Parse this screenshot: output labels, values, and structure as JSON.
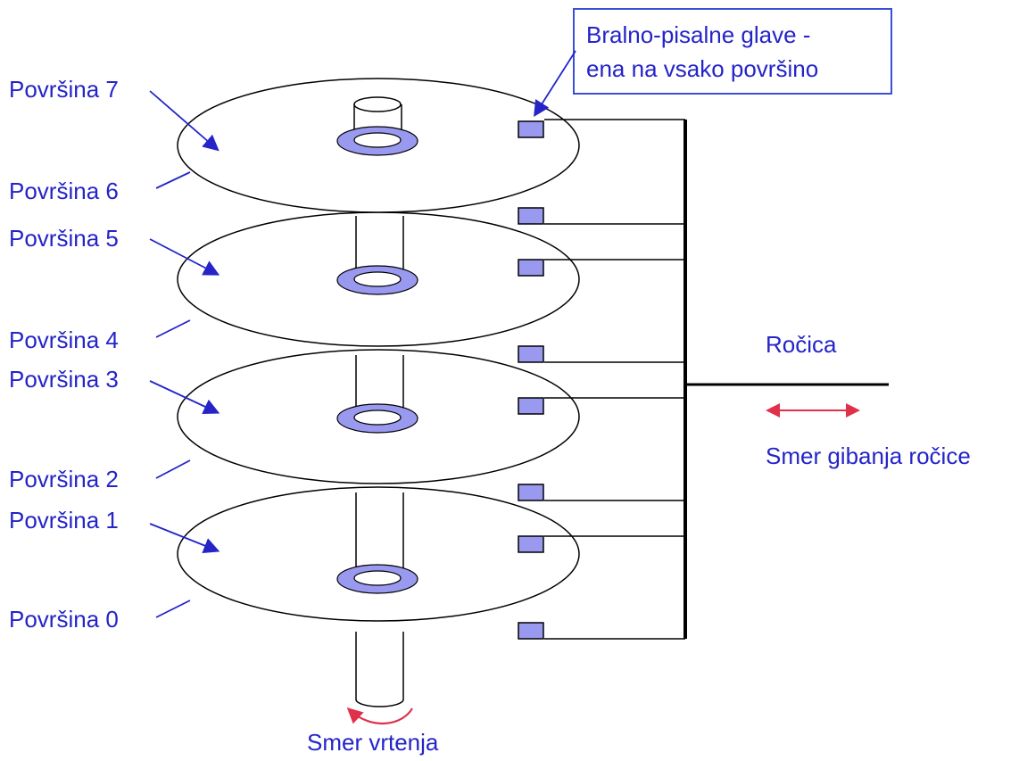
{
  "colors": {
    "label": "#2424c8",
    "head_fill": "#9999f0",
    "arrow_red": "#e0304a",
    "line": "#000000",
    "callout_border": "#3a4fd6"
  },
  "surfaces": [
    "Površina 7",
    "Površina 6",
    "Površina 5",
    "Površina 4",
    "Površina 3",
    "Površina 2",
    "Površina 1",
    "Površina 0"
  ],
  "callout": {
    "line1": "Bralno-pisalne glave -",
    "line2": "ena na vsako površino"
  },
  "arm_label": "Ročica",
  "arm_motion_label": "Smer gibanja ročice",
  "rotation_label": "Smer vrtenja"
}
